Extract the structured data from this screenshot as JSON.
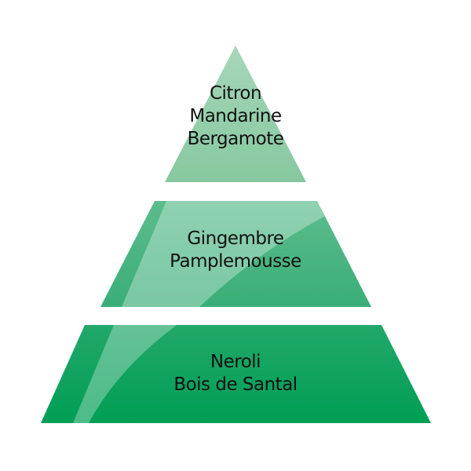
{
  "pyramid": {
    "top": {
      "notes": [
        "Citron",
        "Mandarine",
        "Bergamote"
      ],
      "color": "#8fcca7"
    },
    "middle": {
      "notes": [
        "Gingembre",
        "Pamplemousse"
      ],
      "color": "#4db684"
    },
    "base": {
      "notes": [
        "Neroli",
        "Bois de Santal"
      ],
      "color": "#0aa05c"
    }
  }
}
